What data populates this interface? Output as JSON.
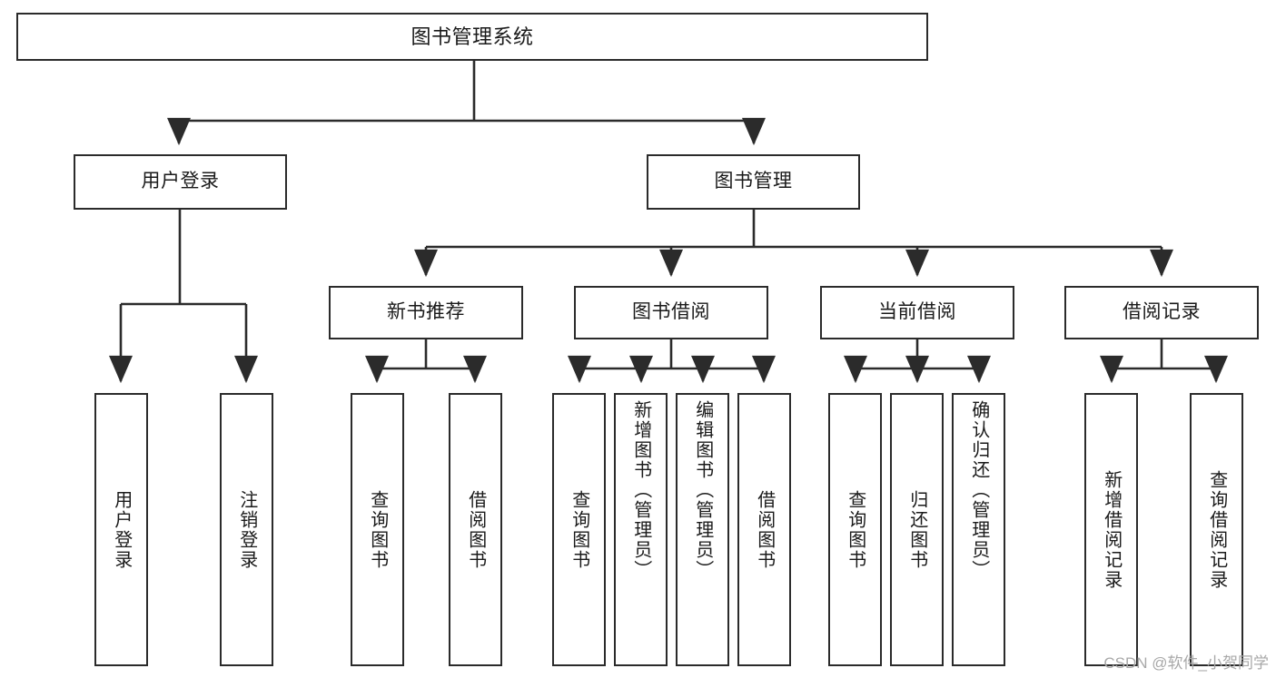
{
  "diagram": {
    "type": "tree",
    "title": "图书管理系统",
    "watermark": "CSDN @软件_小贺同学",
    "colors": {
      "stroke": "#2b2b2b",
      "fill": "#ffffff",
      "text": "#1a1a1a",
      "watermark": "#a8a8a8"
    },
    "levels": [
      {
        "level": 1,
        "nodes": [
          {
            "id": "root",
            "label": "图书管理系统"
          }
        ]
      },
      {
        "level": 2,
        "nodes": [
          {
            "id": "user-login",
            "label": "用户登录",
            "parent": "root"
          },
          {
            "id": "book-mgmt",
            "label": "图书管理",
            "parent": "root"
          }
        ]
      },
      {
        "level": 3,
        "nodes": [
          {
            "id": "new-book-rec",
            "label": "新书推荐",
            "parent": "book-mgmt"
          },
          {
            "id": "book-borrow",
            "label": "图书借阅",
            "parent": "book-mgmt"
          },
          {
            "id": "current-borrow",
            "label": "当前借阅",
            "parent": "book-mgmt"
          },
          {
            "id": "borrow-record",
            "label": "借阅记录",
            "parent": "book-mgmt"
          }
        ]
      },
      {
        "level": 4,
        "nodes": [
          {
            "id": "leaf-user-login",
            "label": "用户登录",
            "parent": "user-login"
          },
          {
            "id": "leaf-user-logout",
            "label": "注销登录",
            "parent": "user-login"
          },
          {
            "id": "leaf-query-book-1",
            "label": "查询图书",
            "parent": "new-book-rec"
          },
          {
            "id": "leaf-borrow-book-1",
            "label": "借阅图书",
            "parent": "new-book-rec"
          },
          {
            "id": "leaf-query-book-2",
            "label": "查询图书",
            "parent": "book-borrow"
          },
          {
            "id": "leaf-add-book",
            "label": "新增图书（管理员）",
            "parent": "book-borrow"
          },
          {
            "id": "leaf-edit-book",
            "label": "编辑图书（管理员）",
            "parent": "book-borrow"
          },
          {
            "id": "leaf-borrow-book-2",
            "label": "借阅图书",
            "parent": "book-borrow"
          },
          {
            "id": "leaf-query-book-3",
            "label": "查询图书",
            "parent": "current-borrow"
          },
          {
            "id": "leaf-return-book",
            "label": "归还图书",
            "parent": "current-borrow"
          },
          {
            "id": "leaf-confirm-return",
            "label": "确认归还（管理员）",
            "parent": "current-borrow"
          },
          {
            "id": "leaf-add-record",
            "label": "新增借阅记录",
            "parent": "borrow-record"
          },
          {
            "id": "leaf-query-record",
            "label": "查询借阅记录",
            "parent": "borrow-record"
          }
        ]
      }
    ]
  }
}
